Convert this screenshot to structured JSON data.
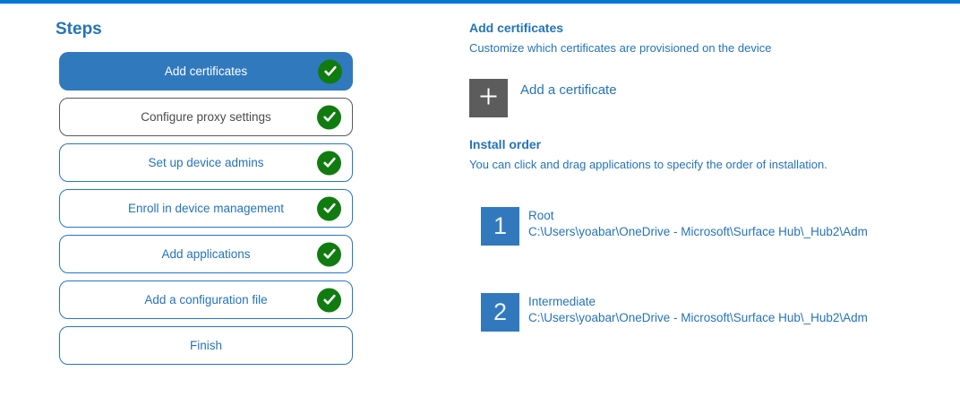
{
  "sidebar": {
    "heading": "Steps",
    "steps": [
      {
        "label": "Add certificates",
        "completed": true,
        "state": "selected"
      },
      {
        "label": "Configure proxy settings",
        "completed": true,
        "state": "visited"
      },
      {
        "label": "Set up device admins",
        "completed": true,
        "state": "todo"
      },
      {
        "label": "Enroll in device management",
        "completed": true,
        "state": "todo"
      },
      {
        "label": "Add applications",
        "completed": true,
        "state": "todo"
      },
      {
        "label": "Add a configuration file",
        "completed": true,
        "state": "todo"
      },
      {
        "label": "Finish",
        "completed": false,
        "state": "todo"
      }
    ]
  },
  "main": {
    "add_certificates": {
      "heading": "Add certificates",
      "description": "Customize which certificates are provisioned on the device",
      "add_button_label": "Add a certificate",
      "add_button_icon": "plus-icon"
    },
    "install_order": {
      "heading": "Install order",
      "description": "You can click and drag applications to specify the order of installation.",
      "items": [
        {
          "order": "1",
          "name": "Root",
          "path": "C:\\Users\\yoabar\\OneDrive - Microsoft\\Surface Hub\\_Hub2\\Adm"
        },
        {
          "order": "2",
          "name": "Intermediate",
          "path": "C:\\Users\\yoabar\\OneDrive - Microsoft\\Surface Hub\\_Hub2\\Adm"
        }
      ]
    }
  },
  "colors": {
    "accent_bar": "#0078D7",
    "primary_blue": "#3079BD",
    "text_blue": "#2473BA",
    "complete_green": "#107C10",
    "tile_gray": "#5C5C5C",
    "visited_gray": "#5A5A5A"
  }
}
